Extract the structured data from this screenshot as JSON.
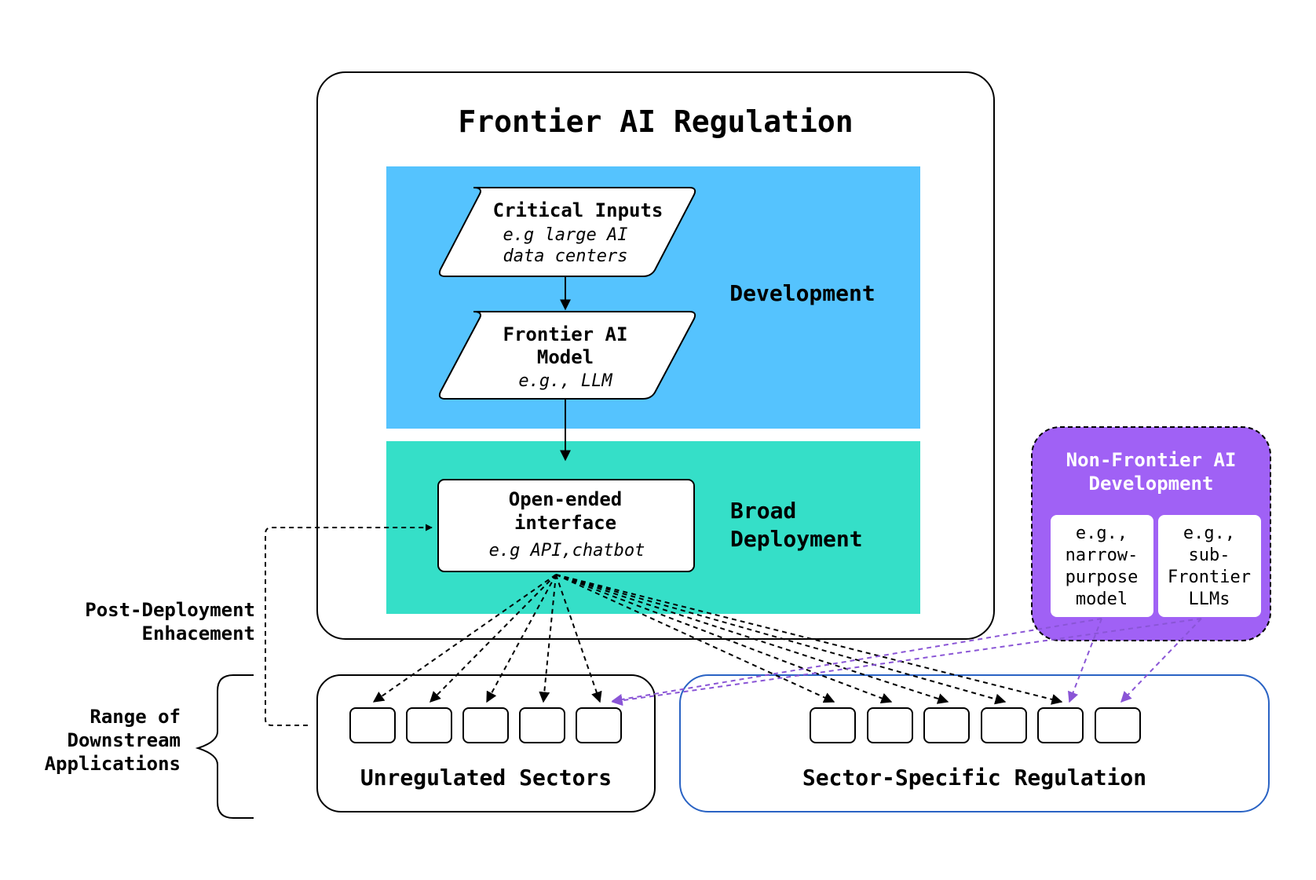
{
  "frontier": {
    "title": "Frontier AI Regulation",
    "development_label": "Development",
    "deployment_label": [
      "Broad",
      "Deployment"
    ],
    "critical_inputs": {
      "title": "Critical Inputs",
      "example": [
        "e.g large AI",
        "data centers"
      ]
    },
    "model": {
      "title": [
        "Frontier AI",
        "Model"
      ],
      "example": "e.g., LLM"
    },
    "interface": {
      "title": [
        "Open-ended",
        "interface"
      ],
      "example": "e.g API,chatbot"
    }
  },
  "non_frontier": {
    "title": [
      "Non-Frontier AI",
      "Development"
    ],
    "narrow": [
      "e.g.,",
      "narrow-",
      "purpose",
      "model"
    ],
    "sub_frontier": [
      "e.g.,",
      "sub-",
      "Frontier",
      "LLMs"
    ]
  },
  "post_deployment": [
    "Post-Deployment",
    "Enhacement"
  ],
  "downstream": [
    "Range of",
    "Downstream",
    "Applications"
  ],
  "unregulated_label": "Unregulated Sectors",
  "regulated_label": "Sector-Specific Regulation",
  "colors": {
    "development": "#55c3fe",
    "deployment": "#35dfc8",
    "non_frontier": "#a061f5",
    "non_frontier_arrows": "#8a55d6",
    "regulated_border": "#2a63c4"
  }
}
